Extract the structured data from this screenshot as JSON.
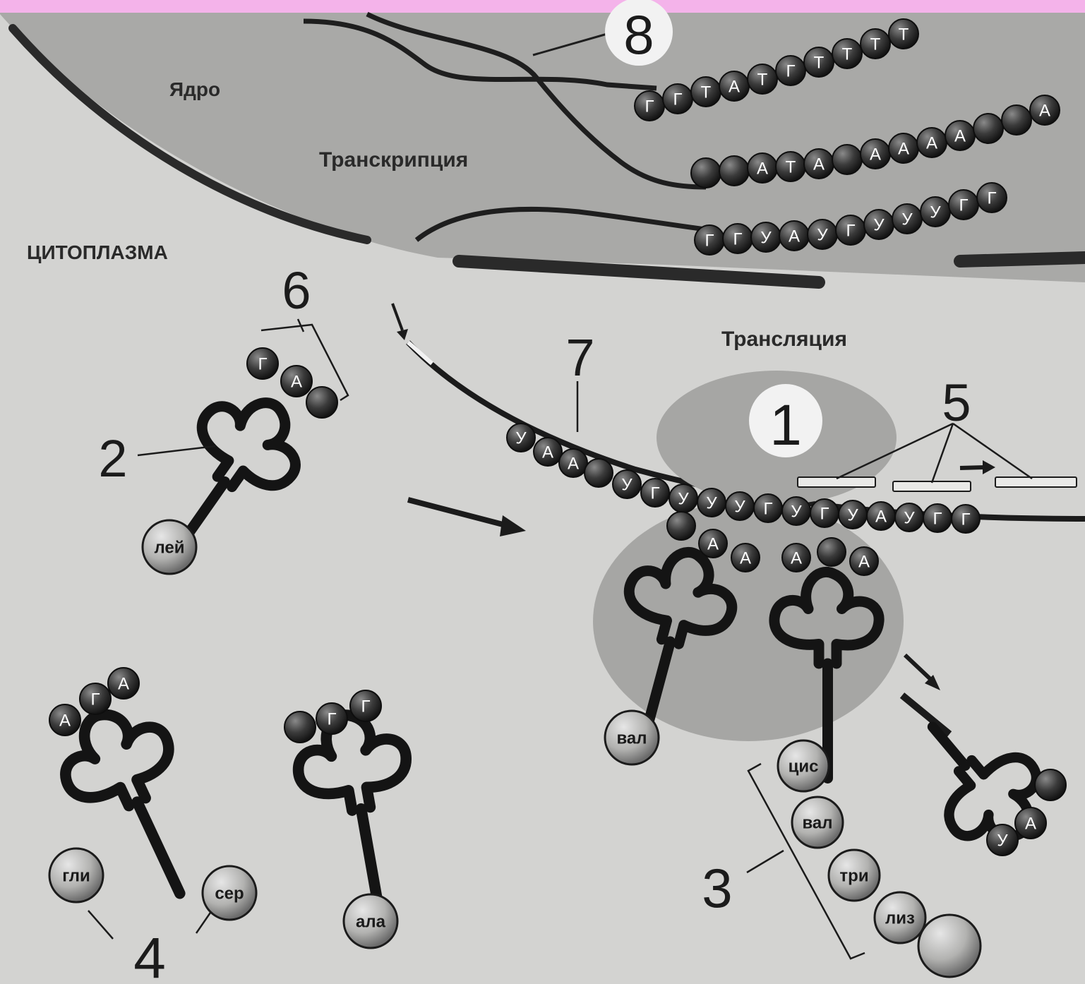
{
  "colors": {
    "top_bar": "#f4b3ea",
    "nucleus": "#a9a9a7",
    "cytoplasm": "#d3d3d1",
    "ribosome": "#a6a6a4",
    "ink": "#1b1b1b",
    "bead": "#3a3a3a"
  },
  "regions": {
    "nucleus": "Ядро",
    "cytoplasm": "ЦИТОПЛАЗМА",
    "transcription": "Транскрипция",
    "translation": "Трансляция"
  },
  "numbers": {
    "n1": "1",
    "n2": "2",
    "n3": "3",
    "n4": "4",
    "n5": "5",
    "n6": "6",
    "n7": "7",
    "n8": "8"
  },
  "dna_strand_1": [
    "Г",
    "Г",
    "Т",
    "А",
    "Т",
    "Г",
    "Т",
    "Т",
    "Т",
    "Т"
  ],
  "dna_strand_2": [
    "",
    "",
    "А",
    "Т",
    "А",
    "",
    "А",
    "А",
    "А",
    "А",
    "",
    "",
    "А"
  ],
  "mrna_nucleus": [
    "Г",
    "Г",
    "У",
    "А",
    "У",
    "Г",
    "У",
    "У",
    "У",
    "Г",
    "Г"
  ],
  "mrna_cytoplasm": [
    "У",
    "А",
    "А",
    "",
    "У",
    "Г",
    "У",
    "У",
    "У",
    "Г",
    "У",
    "Г",
    "У",
    "А",
    "У",
    "Г",
    "Г"
  ],
  "anticodon_ribosome_1": [
    "",
    "А",
    "А"
  ],
  "anticodon_ribosome_2": [
    "А",
    "",
    "А"
  ],
  "trna_leu_anticodon": [
    "Г",
    "А",
    ""
  ],
  "trna_gly_anticodon": [
    "А",
    "Г",
    "А"
  ],
  "trna_ala_anticodon": [
    "",
    "Г",
    "Г"
  ],
  "trna_exit_anticodon": [
    "",
    "А",
    "У"
  ],
  "amino_acids": {
    "leu": "лей",
    "val_ribosome": "вал",
    "cys": "цис",
    "val_chain": "вал",
    "tri": "три",
    "lys": "лиз",
    "gly": "гли",
    "ser": "сер",
    "ala": "ала"
  }
}
